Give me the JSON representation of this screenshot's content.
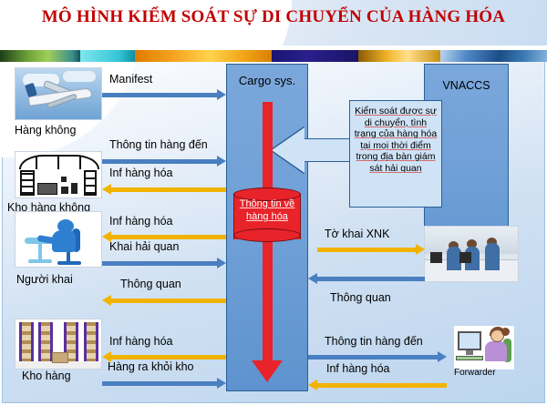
{
  "page": {
    "title": "MÔ HÌNH KIỂM SOÁT SỰ DI CHUYỂN CỦA HÀNG HÓA"
  },
  "colors": {
    "title_red": "#c00000",
    "box_blue": "#6e9fd6",
    "callout_blue": "#cfe3f7",
    "arrow_blue": "#4a7fc1",
    "arrow_orange": "#f2b200",
    "pipeline_red": "#e8232a"
  },
  "boxes": {
    "cargo": {
      "label": "Cargo sys."
    },
    "vnaccs": {
      "label": "VNACCS"
    },
    "datastore": {
      "label": "Thông tin về hàng hóa"
    },
    "callout": {
      "text": "Kiểm soát được sự di chuyển, tình trạng của hàng hóa tại mọi thời điểm trong địa bàn giám sát hải quan"
    }
  },
  "actors": [
    {
      "id": "air",
      "caption": "Hàng không",
      "icon": "airplane-icon"
    },
    {
      "id": "air-warehouse",
      "caption": "Kho hàng không",
      "icon": "warehouse-icon"
    },
    {
      "id": "declarant",
      "caption": "Người khai",
      "icon": "person-at-desk-icon"
    },
    {
      "id": "goods-warehouse",
      "caption": "Kho hàng",
      "icon": "storage-racks-icon"
    },
    {
      "id": "customs",
      "caption": "",
      "icon": "customs-office-icon"
    },
    {
      "id": "forwarder",
      "caption": "Forwarder",
      "icon": "forwarder-person-icon"
    }
  ],
  "flows": [
    {
      "id": "manifest",
      "label": "Manifest",
      "color": "blue",
      "dir": "right"
    },
    {
      "id": "arrival-info-air",
      "label": "Thông tin hàng đến",
      "color": "blue",
      "dir": "right"
    },
    {
      "id": "inf-goods-air",
      "label": "Inf hàng hóa",
      "color": "orange",
      "dir": "left"
    },
    {
      "id": "inf-goods-decl",
      "label": "Inf hàng hóa",
      "color": "orange",
      "dir": "left"
    },
    {
      "id": "customs-decl",
      "label": "Khai hải quan",
      "color": "blue",
      "dir": "right"
    },
    {
      "id": "clearance-decl",
      "label": "Thông quan",
      "color": "orange",
      "dir": "left"
    },
    {
      "id": "inf-goods-wh",
      "label": "Inf hàng hóa",
      "color": "orange",
      "dir": "left"
    },
    {
      "id": "goods-out",
      "label": "Hàng ra khỏi kho",
      "color": "blue",
      "dir": "right"
    },
    {
      "id": "xnk-declaration",
      "label": "Tờ khai XNK",
      "color": "orange",
      "dir": "right"
    },
    {
      "id": "clearance-cust",
      "label": "Thông quan",
      "color": "blue",
      "dir": "left"
    },
    {
      "id": "arrival-info-fwd",
      "label": "Thông tin hàng đến",
      "color": "blue",
      "dir": "right"
    },
    {
      "id": "inf-goods-fwd",
      "label": "Inf hàng hóa",
      "color": "orange",
      "dir": "left"
    }
  ]
}
